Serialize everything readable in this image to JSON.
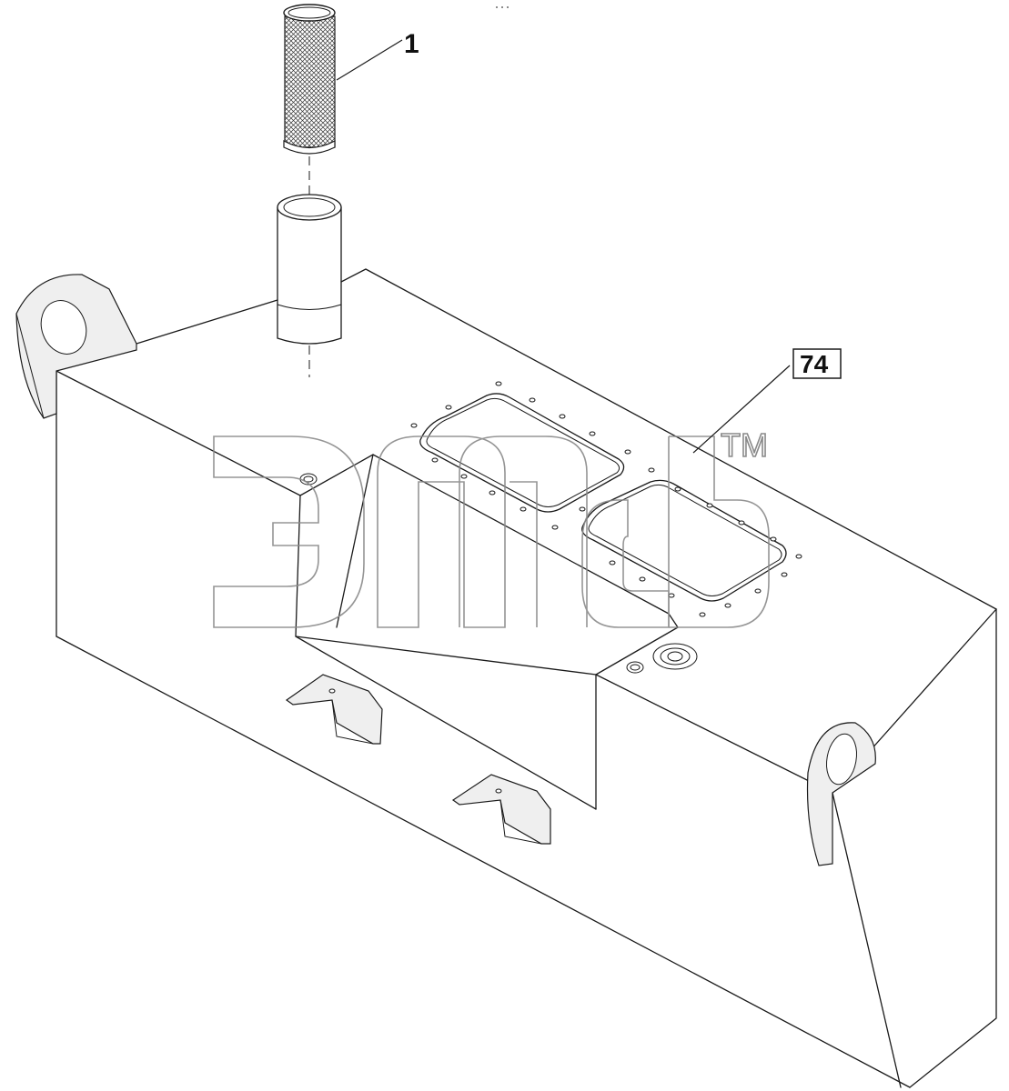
{
  "callouts": {
    "part_1": "1",
    "part_74": "74"
  },
  "watermark": {
    "tm": "TM"
  },
  "colors": {
    "line": "#1a1a1a",
    "watermark_outline": "#8a8a8a",
    "background": "#ffffff"
  },
  "icons": {
    "mesh_filter": "filter-element",
    "tank": "hydraulic-tank"
  }
}
